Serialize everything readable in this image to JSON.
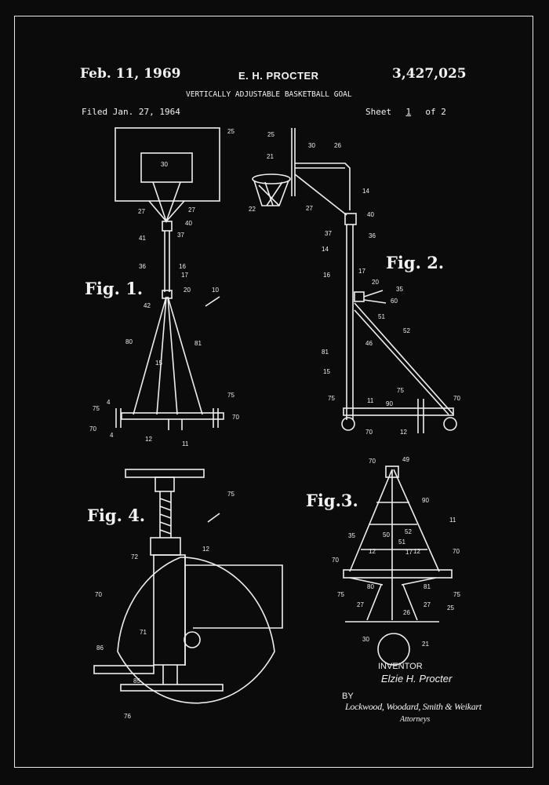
{
  "header": {
    "date": "Feb. 11, 1969",
    "inventor_short": "E. H. PROCTER",
    "patent_number": "3,427,025",
    "title": "VERTICALLY ADJUSTABLE BASKETBALL GOAL",
    "filed": "Filed Jan. 27, 1964",
    "sheet_label": "Sheet",
    "sheet_number": "1",
    "sheet_of": "of 2"
  },
  "figures": {
    "fig1": {
      "label": "Fig. 1.",
      "numerals": [
        "25",
        "30",
        "27",
        "27",
        "40",
        "37",
        "41",
        "36",
        "16",
        "17",
        "20",
        "42",
        "10",
        "80",
        "81",
        "15",
        "4",
        "75",
        "4",
        "70",
        "12",
        "11",
        "75",
        "70"
      ]
    },
    "fig2": {
      "label": "Fig. 2.",
      "numerals": [
        "25",
        "30",
        "26",
        "21",
        "22",
        "27",
        "14",
        "40",
        "37",
        "14",
        "36",
        "16",
        "17",
        "20",
        "35",
        "60",
        "51",
        "46",
        "52",
        "81",
        "15",
        "75",
        "11",
        "90",
        "75",
        "70",
        "70",
        "12"
      ]
    },
    "fig3": {
      "label": "Fig.3.",
      "numerals": [
        "70",
        "49",
        "90",
        "11",
        "35",
        "50",
        "52",
        "51",
        "17",
        "12",
        "12",
        "70",
        "70",
        "80",
        "81",
        "75",
        "75",
        "27",
        "26",
        "27",
        "25",
        "30",
        "21"
      ]
    },
    "fig4": {
      "label": "Fig. 4.",
      "numerals": [
        "75",
        "12",
        "72",
        "70",
        "71",
        "86",
        "85",
        "76"
      ]
    }
  },
  "signature": {
    "inventor_heading": "INVENTOR",
    "inventor_name": "Elzie H. Procter",
    "by": "BY",
    "attorneys_names": "Lockwood, Woodard, Smith & Weikart",
    "attorneys_label": "Attorneys"
  },
  "colors": {
    "background": "#0b0b0b",
    "ink": "#f2f2f2"
  }
}
